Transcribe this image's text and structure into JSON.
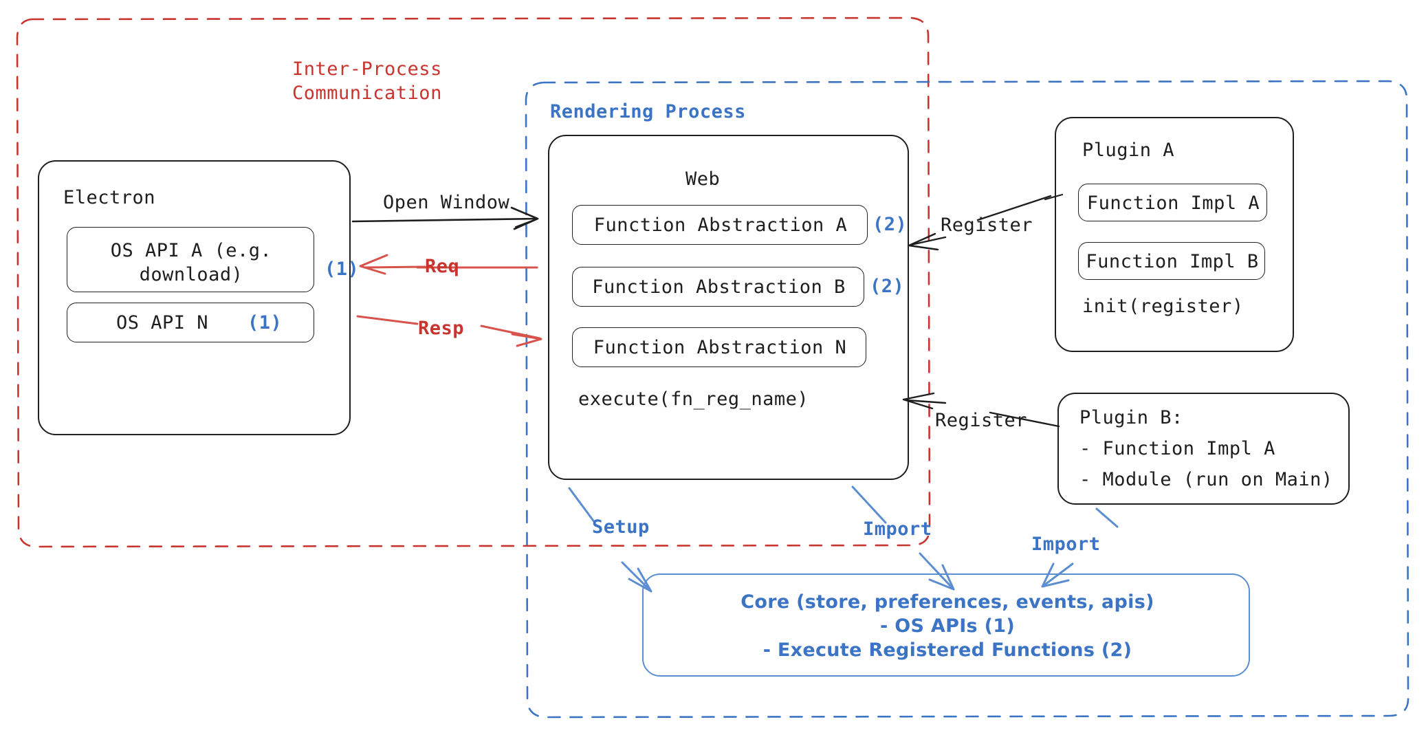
{
  "diagram": {
    "title": "Electron plugin architecture diagram",
    "colors": {
      "ipc_red": "#c9352e",
      "process_blue": "#3b74c4",
      "core_blue": "#5b8ed0",
      "stroke_black": "#1e1e1e",
      "background": "#ffffff"
    },
    "containers": {
      "ipc": {
        "label": "Inter-Process\nCommunication",
        "style": "dashed",
        "color": "#c9352e"
      },
      "rendering": {
        "label": "Rendering Process",
        "style": "dashed",
        "color": "#3b74c4"
      }
    },
    "electron": {
      "title": "Electron",
      "items": [
        {
          "label": "OS API A (e.g.\ndownload)",
          "marker": "(1)"
        },
        {
          "label": "OS API N",
          "marker": "(1)"
        }
      ]
    },
    "web": {
      "title": "Web",
      "items": [
        {
          "label": "Function Abstraction A",
          "marker": "(2)"
        },
        {
          "label": "Function Abstraction B",
          "marker": "(2)"
        },
        {
          "label": "Function Abstraction N",
          "marker": ""
        }
      ],
      "footer": "execute(fn_reg_name)"
    },
    "plugin_a": {
      "title": "Plugin A",
      "items": [
        {
          "label": "Function Impl A"
        },
        {
          "label": "Function Impl B"
        }
      ],
      "footer": "init(register)"
    },
    "plugin_b": {
      "lines": [
        "Plugin B:",
        "- Function Impl A",
        "- Module (run on Main)"
      ]
    },
    "core": {
      "lines": [
        "Core (store, preferences, events, apis)",
        "- OS APIs (1)",
        "- Execute Registered Functions (2)"
      ]
    },
    "arrows": [
      {
        "id": "open-window",
        "label": "Open Window",
        "color": "#1e1e1e",
        "direction": "right"
      },
      {
        "id": "req",
        "label": "Req",
        "color": "#c9352e",
        "direction": "left"
      },
      {
        "id": "resp",
        "label": "Resp",
        "color": "#c9352e",
        "direction": "right"
      },
      {
        "id": "register-a",
        "label": "Register",
        "color": "#1e1e1e",
        "direction": "left"
      },
      {
        "id": "register-b",
        "label": "Register",
        "color": "#1e1e1e",
        "direction": "left"
      },
      {
        "id": "setup",
        "label": "Setup",
        "color": "#3b74c4",
        "direction": "down"
      },
      {
        "id": "import-web",
        "label": "Import",
        "color": "#3b74c4",
        "direction": "down"
      },
      {
        "id": "import-plugin-b",
        "label": "Import",
        "color": "#3b74c4",
        "direction": "down-left"
      }
    ]
  }
}
